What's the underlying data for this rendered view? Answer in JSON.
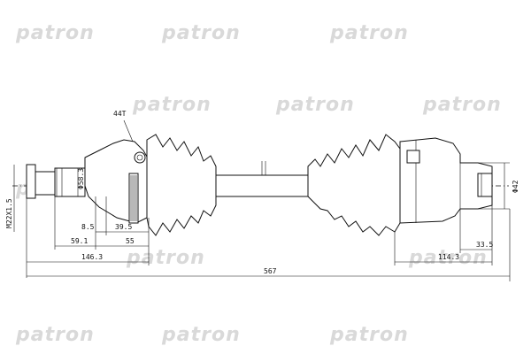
{
  "watermark": {
    "text": "patron"
  },
  "dimensions": {
    "teeth": "44T",
    "thread": "M22X1.5",
    "outer_dia_left": "Φ58.3",
    "outer_dia_right": "Φ42",
    "len_8_5": "8.5",
    "len_39_5": "39.5",
    "len_59_1": "59.1",
    "len_55": "55",
    "len_146_3": "146.3",
    "total_length": "567",
    "len_114_3": "114.3",
    "len_33_5": "33.5"
  }
}
